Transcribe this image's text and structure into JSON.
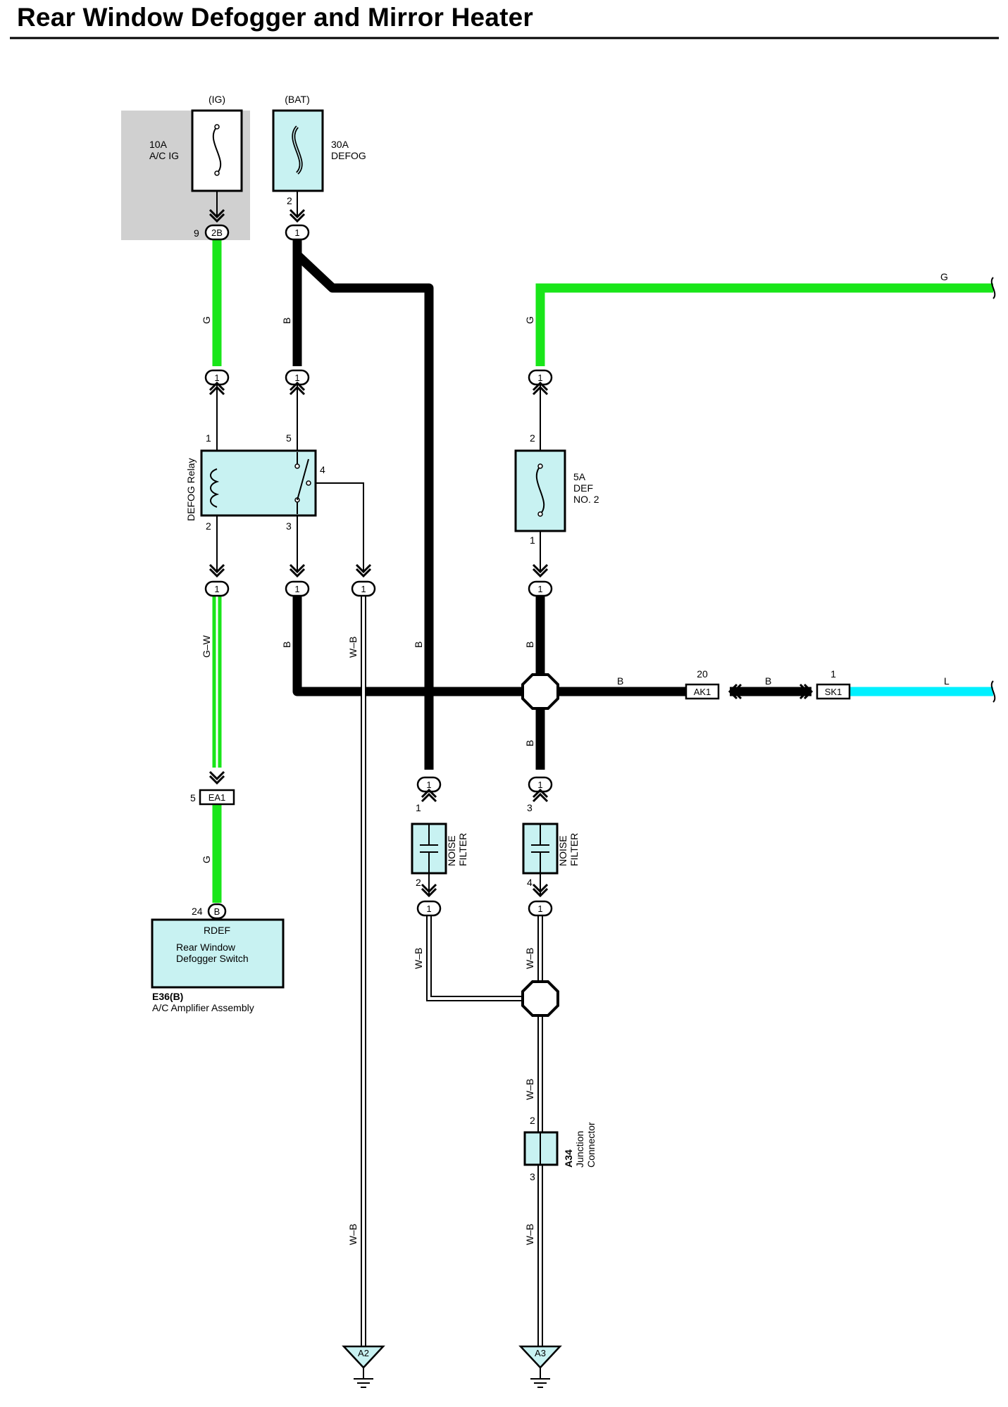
{
  "title": "Rear Window Defogger and Mirror Heater",
  "colors": {
    "wire_b": "#000000",
    "wire_g": "#19e619",
    "wire_l": "#00f0ff",
    "component_fill": "#c8f2f2",
    "shade": "#d0d0d0"
  },
  "fuses": {
    "ig": {
      "supply": "(IG)",
      "rating": "10A",
      "name": "A/C IG"
    },
    "bat": {
      "supply": "(BAT)",
      "rating": "30A",
      "name": "DEFOG",
      "pin": "2"
    },
    "def2": {
      "rating": "5A",
      "name_1": "DEF",
      "name_2": "NO. 2",
      "pin_top": "2",
      "pin_bottom": "1"
    }
  },
  "connectors": {
    "c2b": {
      "code": "2B",
      "pin": "9"
    },
    "ea1": {
      "code": "EA1",
      "pin": "5"
    },
    "ak1": {
      "code": "AK1",
      "pin": "20"
    },
    "sk1": {
      "code": "SK1",
      "pin": "1"
    },
    "e36": {
      "code": "B",
      "pin": "24"
    },
    "junction_pin": "1"
  },
  "relay": {
    "name": "DEFOG Relay",
    "pin1": "1",
    "pin2": "2",
    "pin3": "3",
    "pin4": "4",
    "pin5": "5"
  },
  "noise_filter_1": {
    "line1": "NOISE",
    "line2": "FILTER",
    "pin_top": "1",
    "pin_bottom": "2"
  },
  "noise_filter_2": {
    "line1": "NOISE",
    "line2": "FILTER",
    "pin_top": "3",
    "pin_bottom": "4"
  },
  "amplifier": {
    "terminal": "RDEF",
    "line1": "Rear Window",
    "line2": "Defogger Switch",
    "code": "E36(B)",
    "name": "A/C Amplifier Assembly"
  },
  "junction_connector": {
    "code": "A34",
    "line1": "Junction",
    "line2": "Connector",
    "pin_top": "2",
    "pin_bottom": "3"
  },
  "wires": {
    "g": "G",
    "b": "B",
    "gw": "G–W",
    "wb": "W–B",
    "l": "L"
  },
  "grounds": {
    "a2": "A2",
    "a3": "A3"
  }
}
